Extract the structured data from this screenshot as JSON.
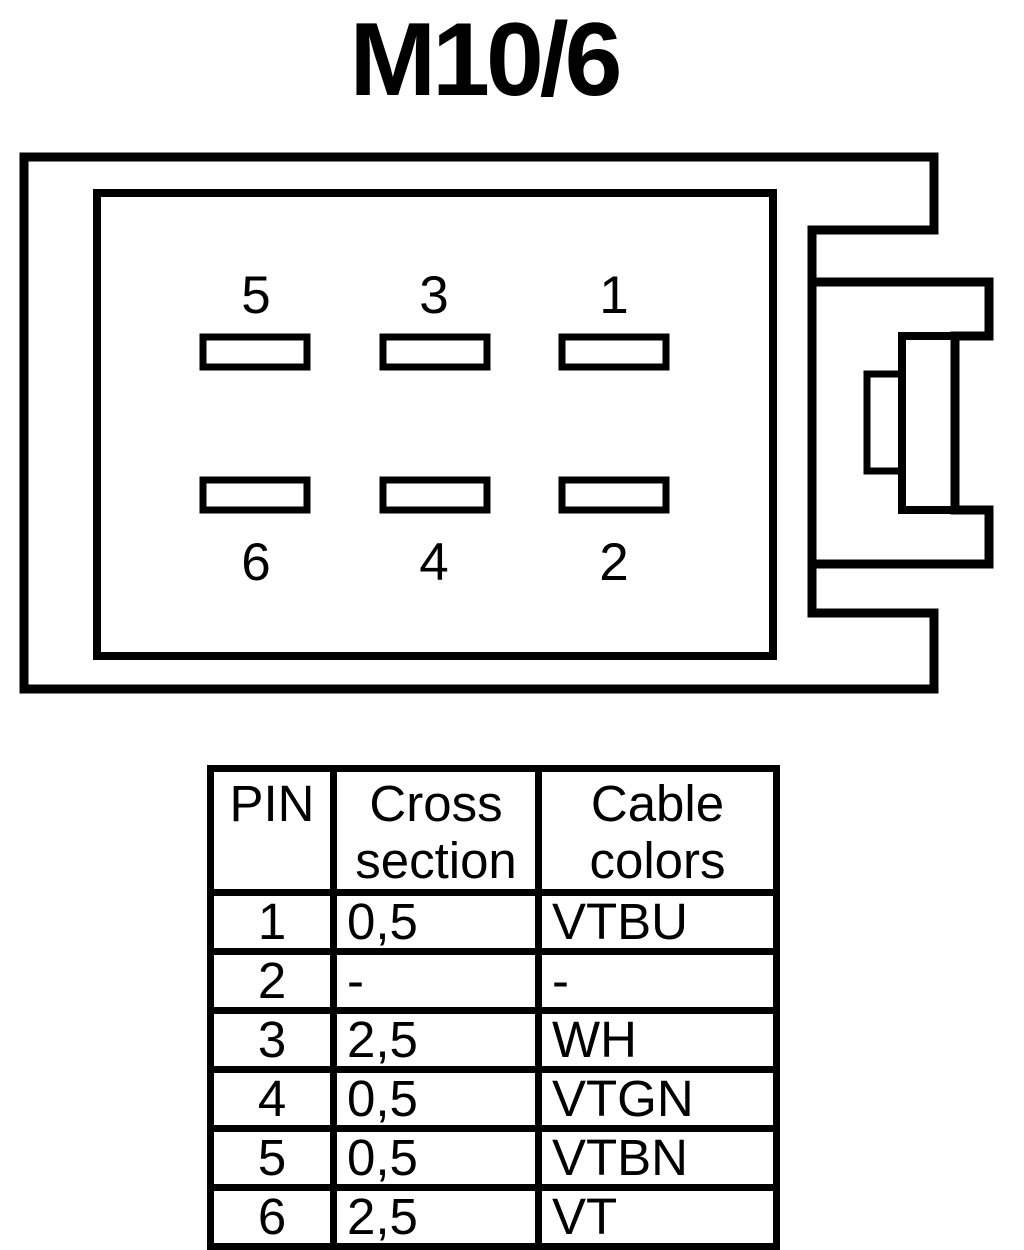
{
  "title": "M10/6",
  "colors": {
    "ink": "#000000",
    "background": "#ffffff"
  },
  "connector": {
    "pins_top_row": [
      {
        "label": "5"
      },
      {
        "label": "3"
      },
      {
        "label": "1"
      }
    ],
    "pins_bottom_row": [
      {
        "label": "6"
      },
      {
        "label": "4"
      },
      {
        "label": "2"
      }
    ]
  },
  "table": {
    "headers": [
      "PIN",
      "Cross section",
      "Cable colors"
    ],
    "rows": [
      [
        "1",
        "0,5",
        "VTBU"
      ],
      [
        "2",
        "-",
        "-"
      ],
      [
        "3",
        "2,5",
        "WH"
      ],
      [
        "4",
        "0,5",
        "VTGN"
      ],
      [
        "5",
        "0,5",
        "VTBN"
      ],
      [
        "6",
        "2,5",
        "VT"
      ]
    ]
  }
}
